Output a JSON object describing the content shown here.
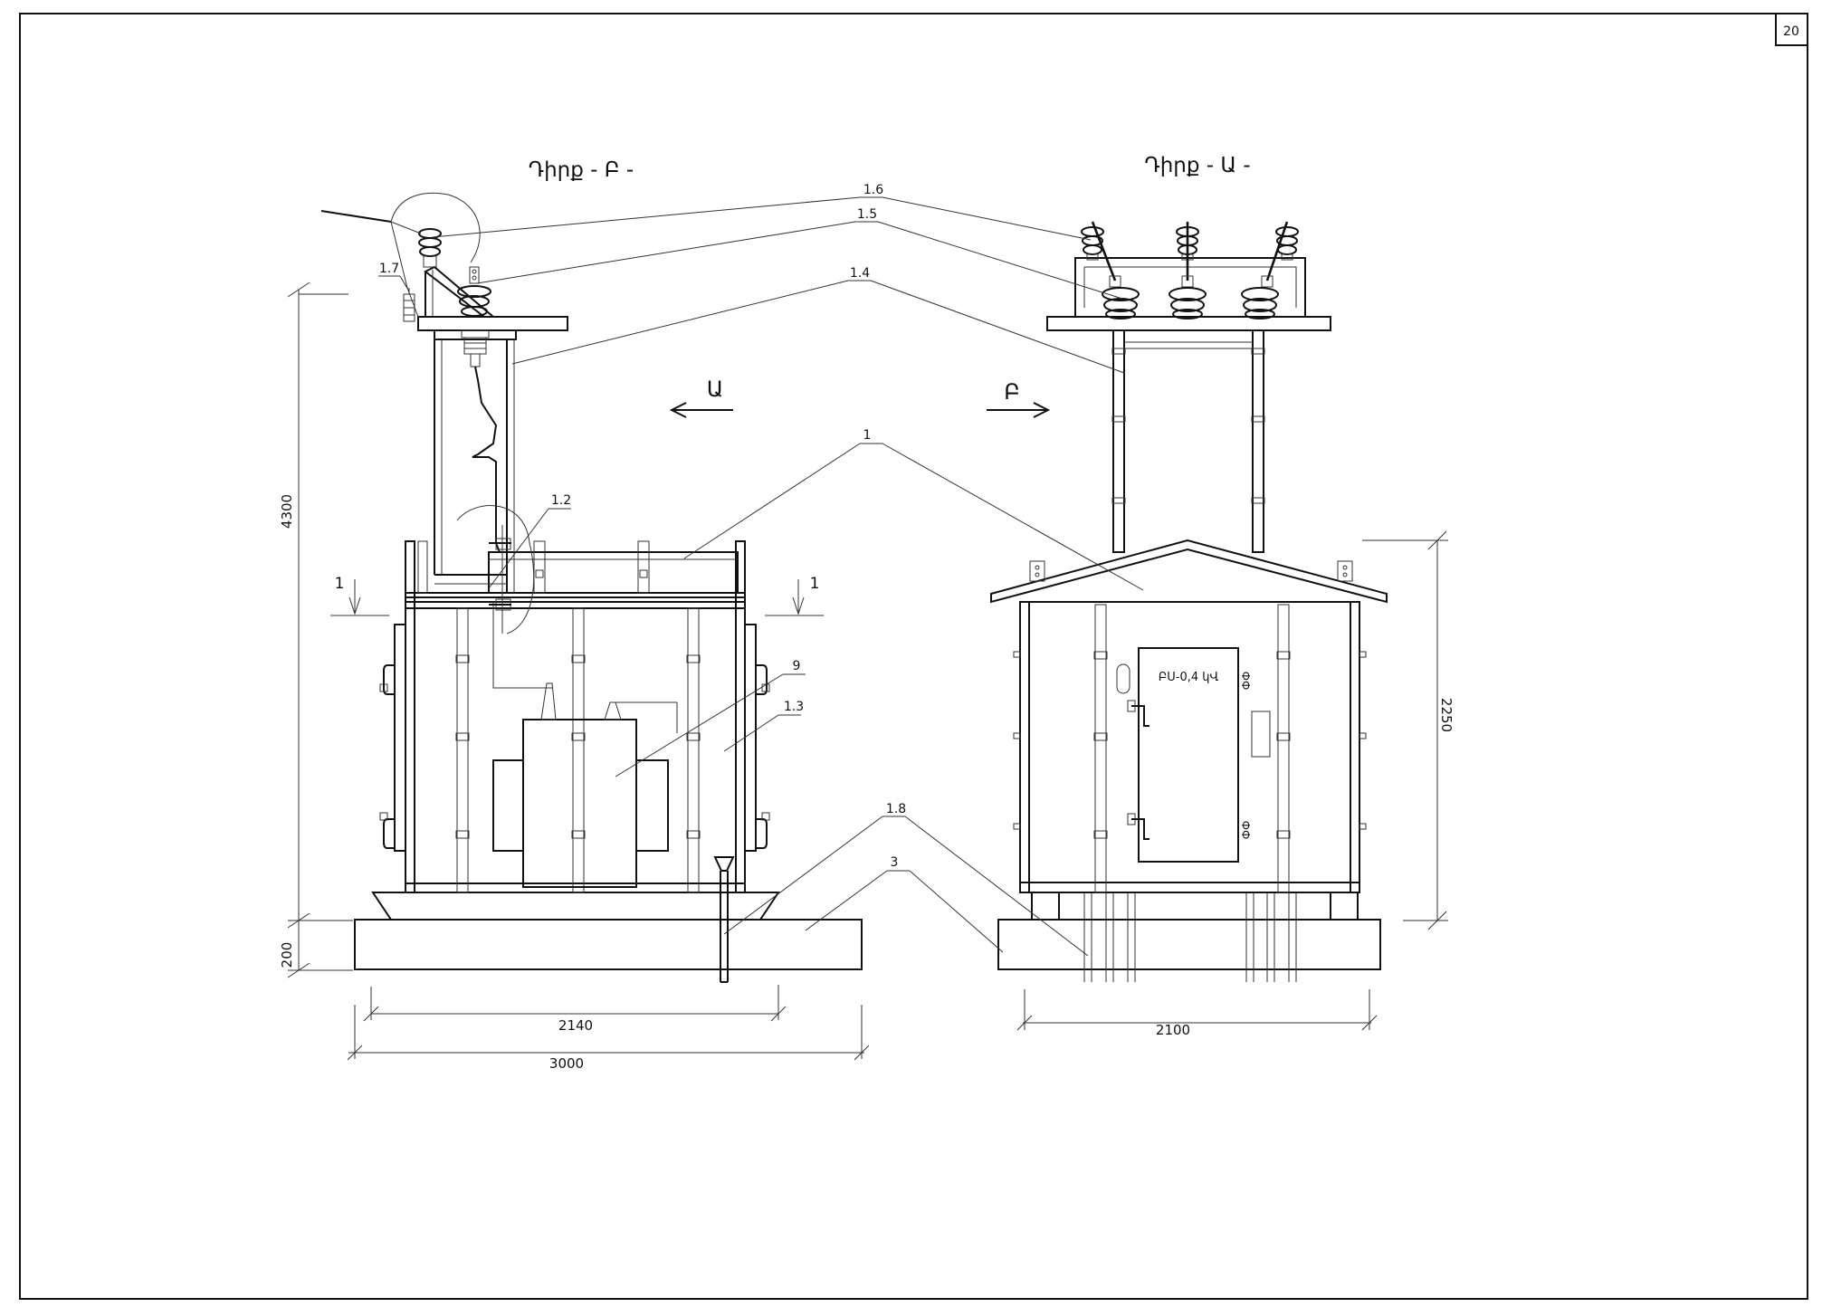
{
  "sheet": {
    "page_number": "20"
  },
  "views": {
    "left_title": "Դիրք - Բ -",
    "right_title": "Դիրք - Ա -",
    "arrow_left_label": "Ա",
    "arrow_right_label": "Բ"
  },
  "callouts": {
    "c1_6": "1.6",
    "c1_5": "1.5",
    "c1_4": "1.4",
    "c1_7": "1.7",
    "c1": "1",
    "c1_2": "1.2",
    "c9": "9",
    "c1_3": "1.3",
    "c1_8": "1.8",
    "c3": "3"
  },
  "section_marks": {
    "left": "1",
    "right": "1"
  },
  "dimensions": {
    "height_total": "4300",
    "height_base": "200",
    "width_inner": "2140",
    "width_total": "3000",
    "width_right": "2100",
    "height_right": "2250"
  },
  "panel_label": "ԲՍ-0,4 կՎ",
  "colors": {
    "line": "#111111",
    "background": "#ffffff"
  }
}
